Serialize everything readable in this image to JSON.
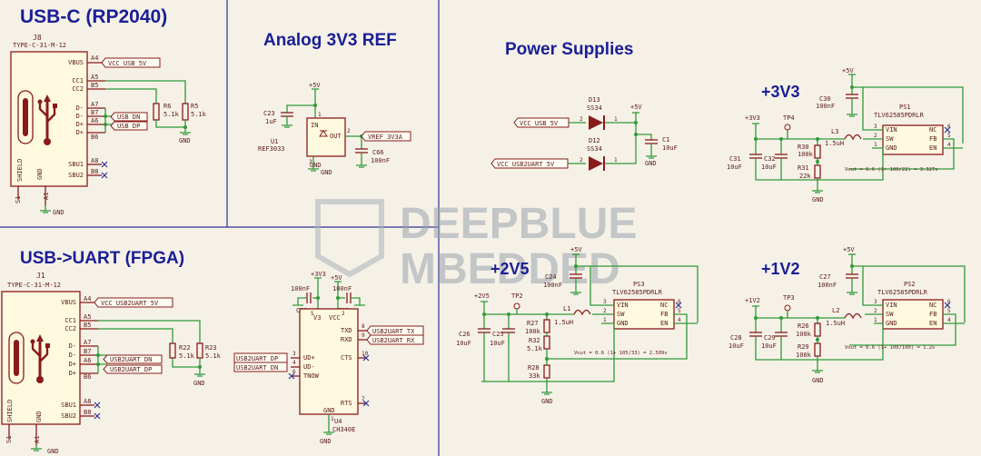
{
  "sections": {
    "usbc": "USB-C (RP2040)",
    "vref": "Analog 3V3 REF",
    "power": "Power Supplies",
    "uart": "USB->UART (FPGA)"
  },
  "watermark": [
    "DEEPBLUE",
    "MBEDDED"
  ],
  "j8": {
    "ref": "J8",
    "part": "TYPE-C-31-M-12",
    "pins": [
      "VBUS",
      "CC1",
      "CC2",
      "D-",
      "D-",
      "D+",
      "D+",
      "SBU1",
      "SBU2"
    ],
    "pin_nums": [
      "A4",
      "A5",
      "B5",
      "A7",
      "B7",
      "A6",
      "B6",
      "A8",
      "B8",
      "S1",
      "A1"
    ],
    "shield": "SHIELD",
    "gnd": "GND",
    "net_vbus": "VCC_USB_5V",
    "net_dn": "USB_DN",
    "net_dp": "USB_DP",
    "r6": [
      "R6",
      "5.1k"
    ],
    "r5": [
      "R5",
      "5.1k"
    ]
  },
  "u1": {
    "ref": "U1",
    "part": "REF3033",
    "in": "IN",
    "out": "OUT",
    "gnd": "GND",
    "c23": [
      "C23",
      "1uF"
    ],
    "c66": [
      "C66",
      "100nF"
    ],
    "plus5v": "+5V",
    "net_out": "VREF_3V3A",
    "pin1": "1",
    "pin2": "2",
    "pin3": "3"
  },
  "diodes": {
    "net1": "VCC_USB_5V",
    "net2": "VCC_USB2UART_5V",
    "d13": [
      "D13",
      "SS34"
    ],
    "d12": [
      "D12",
      "SS34"
    ],
    "plus5v": "+5V",
    "c1": [
      "C1",
      "10uF"
    ],
    "gnd": "GND",
    "k": "1",
    "a": "2"
  },
  "reg3v3": {
    "rail": "+3V3",
    "ps": [
      "PS1",
      "TLV62585PDRLR"
    ],
    "pins": [
      "VIN",
      "SW",
      "GND",
      "NC",
      "FB",
      "EN"
    ],
    "pin_nums": [
      "3",
      "2",
      "1",
      "6",
      "5",
      "4"
    ],
    "c30": [
      "C30",
      "100nF"
    ],
    "c31": [
      "C31",
      "10uF"
    ],
    "c32": [
      "C32",
      "10uF"
    ],
    "r30": [
      "R30",
      "100k"
    ],
    "r31": [
      "R31",
      "22k"
    ],
    "l3": [
      "L3",
      "1.5uH"
    ],
    "tp": "TP4",
    "plus3v3": "+3V3",
    "plus5v": "+5V",
    "gnd": "GND",
    "formula": "Vout = 0.6 (1+ 100/22) = 3.327v"
  },
  "reg2v5": {
    "rail": "+2V5",
    "ps": [
      "PS3",
      "TLV62585PDRLR"
    ],
    "pins": [
      "VIN",
      "SW",
      "GND",
      "NC",
      "FB",
      "EN"
    ],
    "pin_nums": [
      "3",
      "2",
      "1",
      "6",
      "5",
      "4"
    ],
    "c24": [
      "C24",
      "100nF"
    ],
    "c26": [
      "C26",
      "10uF"
    ],
    "c25": [
      "C25",
      "10uF"
    ],
    "r27": [
      "R27",
      "100k"
    ],
    "r32": [
      "R32",
      "5.1k"
    ],
    "r28": [
      "R28",
      "33k"
    ],
    "l1": [
      "L1",
      "1.5uH"
    ],
    "tp": "TP2",
    "plus2v5": "+2V5",
    "plus5v": "+5V",
    "gnd": "GND",
    "formula": "Vout = 0.6 (1+ 105/33) = 2.509v"
  },
  "reg1v2": {
    "rail": "+1V2",
    "ps": [
      "PS2",
      "TLV62585PDRLR"
    ],
    "pins": [
      "VIN",
      "SW",
      "GND",
      "NC",
      "FB",
      "EN"
    ],
    "pin_nums": [
      "3",
      "2",
      "1",
      "6",
      "5",
      "4"
    ],
    "c27": [
      "C27",
      "100nF"
    ],
    "c28": [
      "C28",
      "10uF"
    ],
    "c29": [
      "C29",
      "10uF"
    ],
    "r26": [
      "R26",
      "100k"
    ],
    "r29": [
      "R29",
      "100k"
    ],
    "l2": [
      "L2",
      "1.5uH"
    ],
    "tp": "TP3",
    "plus1v2": "+1V2",
    "plus5v": "+5V",
    "gnd": "GND",
    "formula": "Vout = 0.6 (1+ 100/100) = 1.2v"
  },
  "j1": {
    "ref": "J1",
    "part": "TYPE-C-31-M-12",
    "pins": [
      "VBUS",
      "CC1",
      "CC2",
      "D-",
      "D-",
      "D+",
      "D+",
      "SBU1",
      "SBU2"
    ],
    "pin_nums": [
      "A4",
      "A5",
      "B5",
      "A7",
      "B7",
      "A6",
      "B6",
      "A8",
      "B8",
      "S1",
      "A1"
    ],
    "shield": "SHIELD",
    "gnd": "GND",
    "net_vbus": "VCC_USB2UART_5V",
    "net_dn": "USB2UART_DN",
    "net_dp": "USB2UART_DP",
    "r22": [
      "R22",
      "5.1k"
    ],
    "r23": [
      "R23",
      "5.1k"
    ]
  },
  "u4": {
    "ref": "U4",
    "part": "CH340E",
    "pins": [
      "V3",
      "VCC",
      "UD+",
      "UD-",
      "TNOW",
      "TXD",
      "RXD",
      "CTS",
      "RTS",
      "GND"
    ],
    "pin_nums": [
      "5",
      "2",
      "3",
      "4",
      "6",
      "8",
      "9",
      "10",
      "7",
      "1"
    ],
    "c21": [
      "C21",
      "100nF"
    ],
    "c22": [
      "C22",
      "100nF"
    ],
    "plus3v3": "+3V3",
    "plus5v": "+5V",
    "net_tx": "USB2UART_TX",
    "net_rx": "USB2UART_RX",
    "net_dp": "USB2UART_DP",
    "net_dn": "USB2UART_DN",
    "gnd": "GND"
  }
}
